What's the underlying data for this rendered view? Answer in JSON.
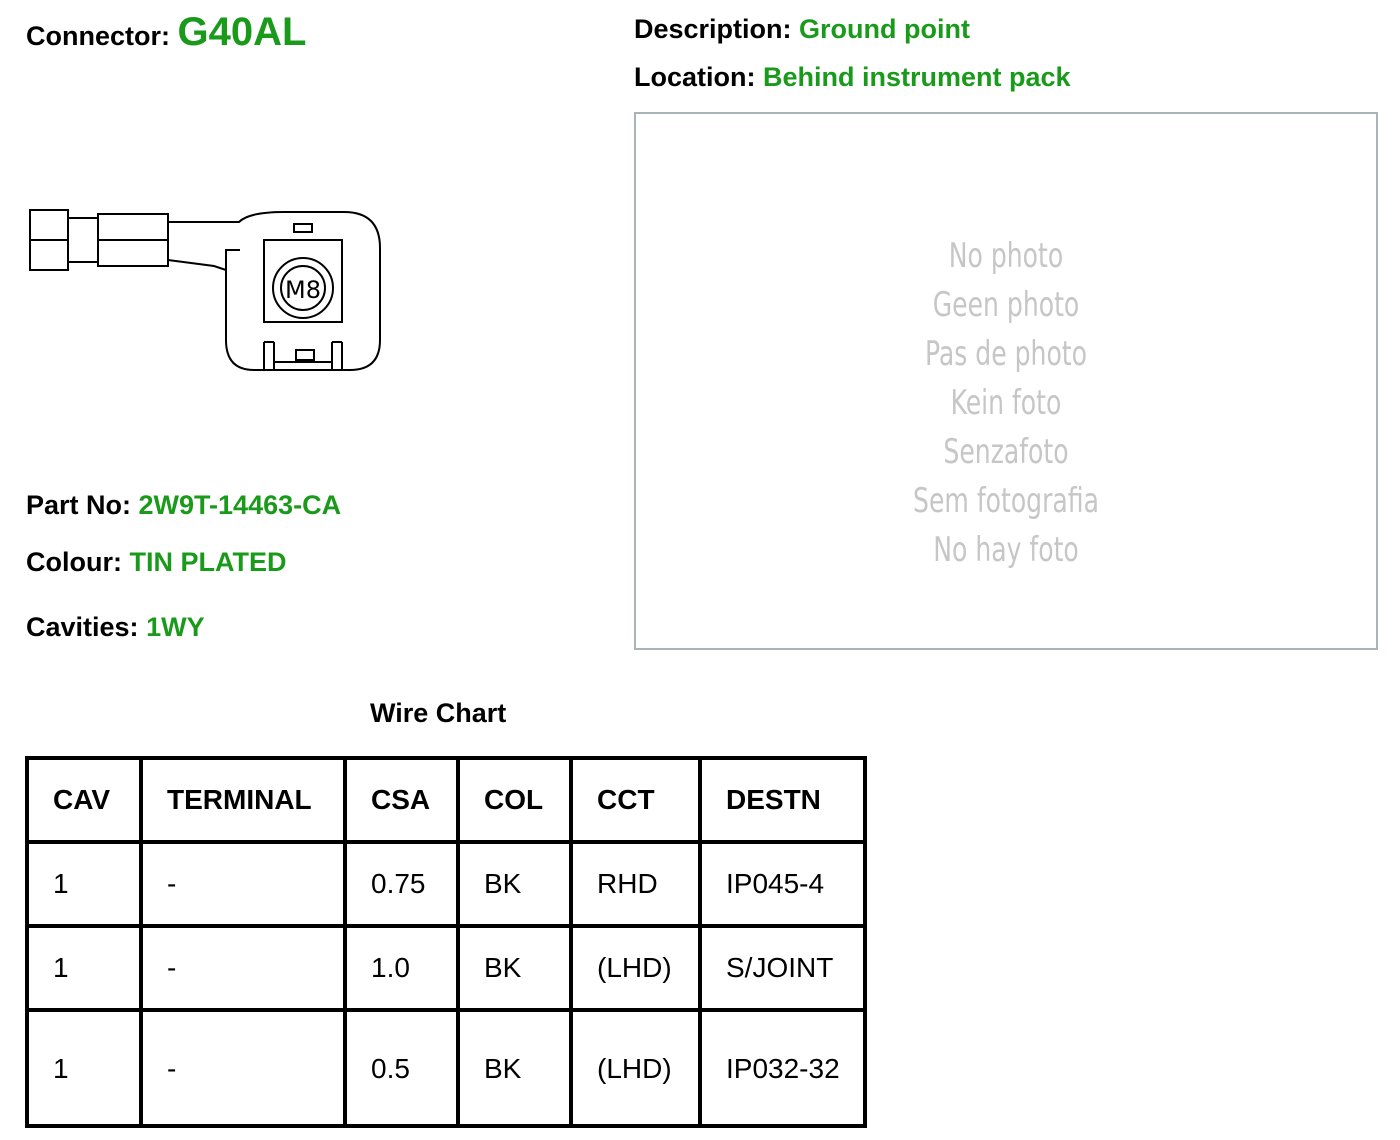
{
  "connector": {
    "label": "Connector:",
    "value": "G40AL"
  },
  "description": {
    "label": "Description:",
    "value": "Ground point"
  },
  "location": {
    "label": "Location:",
    "value": "Behind instrument pack"
  },
  "part_no": {
    "label": "Part No:",
    "value": "2W9T-14463-CA"
  },
  "colour": {
    "label": "Colour:",
    "value": "TIN PLATED"
  },
  "cavities": {
    "label": "Cavities:",
    "value": "1WY"
  },
  "diagram": {
    "stud_label": "M8"
  },
  "photo": {
    "lines": [
      "No photo",
      "Geen photo",
      "Pas de photo",
      "Kein foto",
      "Senzafoto",
      "Sem fotografia",
      "No hay foto"
    ]
  },
  "wire_chart": {
    "title": "Wire Chart",
    "headers": [
      "CAV",
      "TERMINAL",
      "CSA",
      "COL",
      "CCT",
      "DESTN"
    ],
    "rows": [
      [
        "1",
        "-",
        "0.75",
        "BK",
        "RHD",
        "IP045-4"
      ],
      [
        "1",
        "-",
        "1.0",
        "BK",
        "(LHD)",
        "S/JOINT"
      ],
      [
        "1",
        "-",
        "0.5",
        "BK",
        "(LHD)",
        "IP032-32"
      ]
    ]
  }
}
